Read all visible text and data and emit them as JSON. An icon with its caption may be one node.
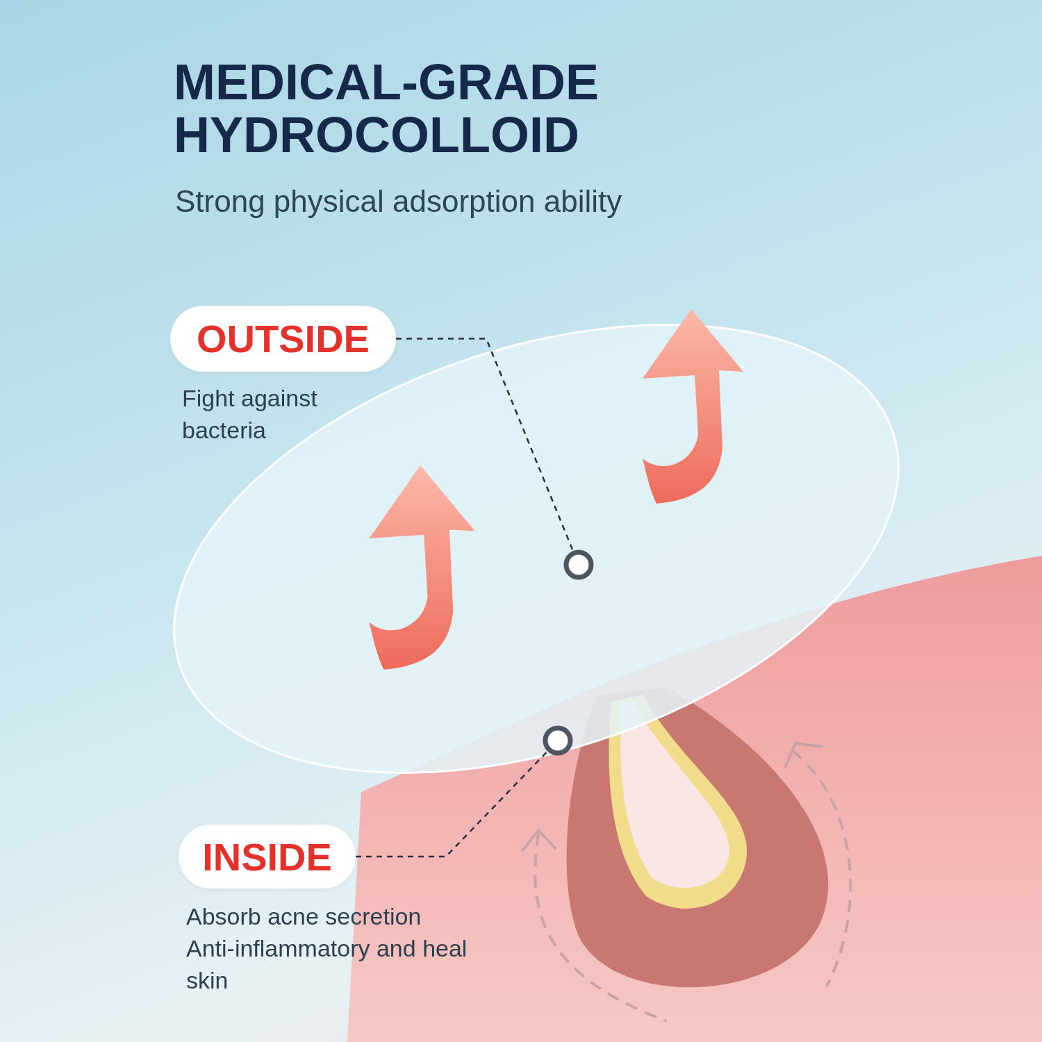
{
  "diagram": {
    "title": "MEDICAL-GRADE HYDROCOLLOID",
    "nodes": [
      {
        "text": [
          "OUTSIDE"
        ],
        "beside": [
          "Fight against bacteria"
        ]
      },
      {
        "text": [
          "INSIDE"
        ],
        "beside": [
          "Absorb acne secretion",
          "Anti-inflammatory and heal skin"
        ]
      },
      {
        "text": [],
        "shape": "circle"
      },
      {
        "text": [],
        "shape": "circle"
      }
    ],
    "edges": [
      {
        "from": 0,
        "to": 2,
        "arrow": "none",
        "style": "dashed"
      },
      {
        "from": 1,
        "to": 3,
        "arrow": "none",
        "style": "dashed"
      }
    ],
    "labels": [
      "Strong physical adsorption ability"
    ]
  }
}
